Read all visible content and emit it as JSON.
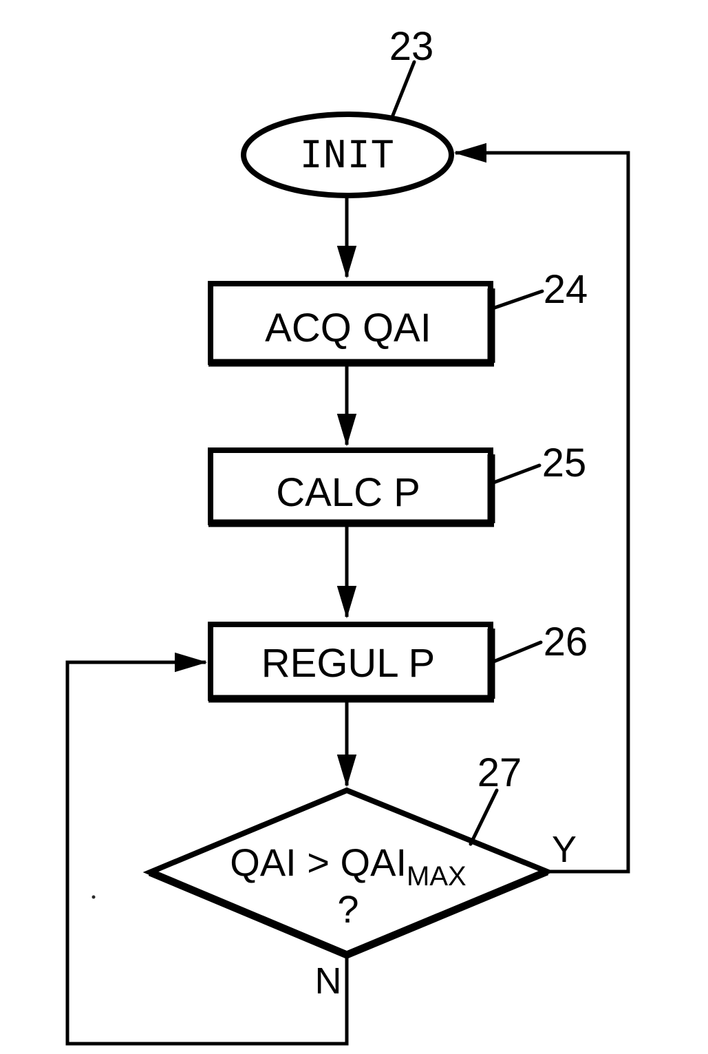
{
  "figure": {
    "background_color": "#ffffff",
    "ink_color": "#000000",
    "nodes": {
      "init": {
        "label": "INIT",
        "ref": "23"
      },
      "acq_qai": {
        "label": "ACQ QAI",
        "ref": "24"
      },
      "calc_p": {
        "label": "CALC P",
        "ref": "25"
      },
      "regul_p": {
        "label": "REGUL P",
        "ref": "26"
      },
      "decision": {
        "condition": "QAI > QAI",
        "condition_subscript": "MAX",
        "question_mark": "?",
        "ref": "27"
      }
    },
    "branch_labels": {
      "yes": "Y",
      "no": "N"
    }
  }
}
